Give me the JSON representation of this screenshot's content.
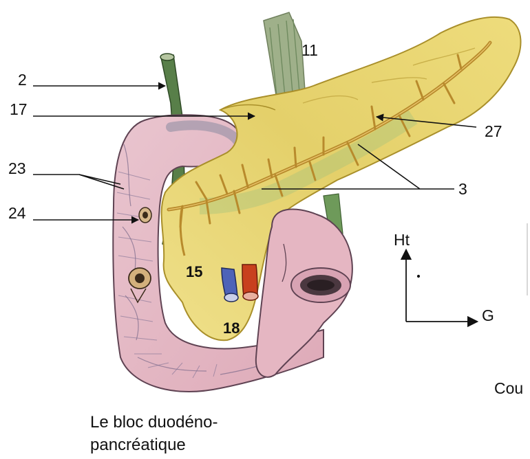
{
  "figure": {
    "caption_line1": "Le bloc duodéno-",
    "caption_line2": "pancréatique",
    "corner_text": "Cou"
  },
  "labels": {
    "l2": "2",
    "l17": "17",
    "l23": "23",
    "l24": "24",
    "l11": "11",
    "l27": "27",
    "l3": "3",
    "l15": "15",
    "l18": "18"
  },
  "orientation": {
    "up": "Ht",
    "left": "G"
  },
  "colors": {
    "pancreas": "#e8d46a",
    "pancreas_edge": "#b59a2e",
    "duct": "#b8902e",
    "duodenum": "#e7bcc7",
    "duodenum_edge": "#6a4a5a",
    "vessel_green": "#4f7a45",
    "artery_red": "#c8401e",
    "vein_blue": "#4d63b8"
  }
}
